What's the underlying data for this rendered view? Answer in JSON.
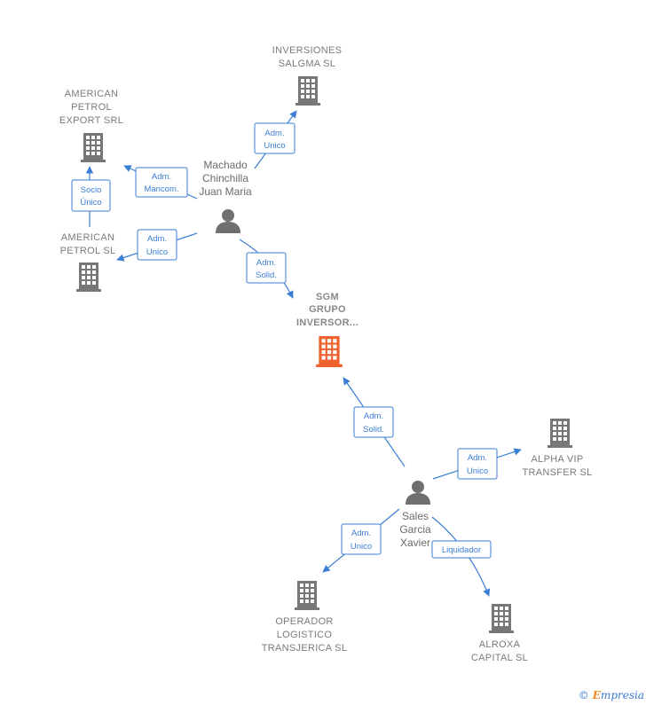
{
  "companies": {
    "inversiones_salgma": [
      "INVERSIONES",
      "SALGMA  SL"
    ],
    "american_petrol_export": [
      "AMERICAN",
      "PETROL",
      "EXPORT SRL"
    ],
    "american_petrol": [
      "AMERICAN",
      "PETROL SL"
    ],
    "sgm_grupo": [
      "SGM",
      "GRUPO",
      "INVERSOR..."
    ],
    "alpha_vip": [
      "ALPHA VIP",
      "TRANSFER  SL"
    ],
    "operador_logistico": [
      "OPERADOR",
      "LOGISTICO",
      "TRANSJERICA SL"
    ],
    "alroxa_capital": [
      "ALROXA",
      "CAPITAL  SL"
    ]
  },
  "persons": {
    "machado": [
      "Machado",
      "Chinchilla",
      "Juan Maria"
    ],
    "sales": [
      "Sales",
      "Garcia",
      "Xavier"
    ]
  },
  "relations": {
    "machado_inversiones": [
      "Adm.",
      "Unico"
    ],
    "machado_export": [
      "Adm.",
      "Mancom."
    ],
    "petrol_export": [
      "Socio",
      "Único"
    ],
    "machado_petrol": [
      "Adm.",
      "Unico"
    ],
    "machado_sgm": [
      "Adm.",
      "Solid."
    ],
    "sales_sgm": [
      "Adm.",
      "Solid."
    ],
    "sales_alpha": [
      "Adm.",
      "Unico"
    ],
    "sales_operador": [
      "Adm.",
      "Unico"
    ],
    "sales_alroxa": [
      "Liquidador"
    ]
  },
  "colors": {
    "company": "#777777",
    "focus_company": "#f0622d",
    "person": "#6f6f6f",
    "relation": "#3b7ed6"
  },
  "footer": {
    "copyright": "©",
    "brand_initial": "E",
    "brand_rest": "mpresia"
  }
}
